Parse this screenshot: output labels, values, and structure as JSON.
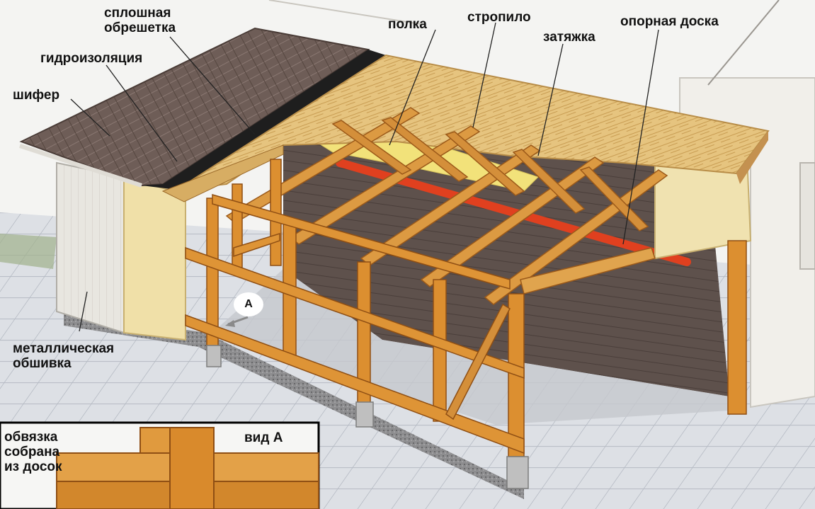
{
  "labels": {
    "splosh_line1": "сплошная",
    "splosh_line2": "обрешетка",
    "gidro": "гидроизоляция",
    "shifer": "шифер",
    "polka": "полка",
    "stropilo": "стропило",
    "zatyazhka": "затяжка",
    "opornaya": "опорная доска",
    "metal_line1": "металлическая",
    "metal_line2": "обшивка",
    "obvyazka_line1": "обвязка",
    "obvyazka_line2": "собрана",
    "obvyazka_line3": "из досок",
    "vid_a": "вид А",
    "view_marker": "А"
  },
  "colors": {
    "timber": "#d9963a",
    "timber_dark": "#9c5a1a",
    "roof_slate": "#6b5a55",
    "osb": "#e7c98a",
    "wall_dark": "#5c4e4a",
    "insulation": "#f3e47a",
    "red_beam": "#e0401f",
    "paving": "#dcdfe4"
  }
}
